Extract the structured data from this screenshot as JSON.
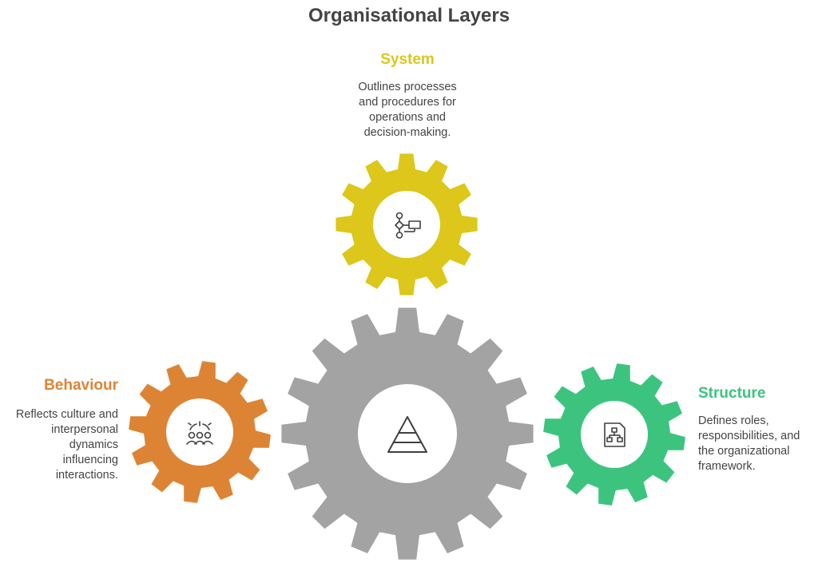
{
  "title": "Organisational Layers",
  "colors": {
    "system": "#dcc71a",
    "behaviour": "#dd8434",
    "structure": "#3cc47f",
    "core": "#a3a3a3",
    "text": "#444444",
    "icon_stroke": "#3f3f3f"
  },
  "layers": {
    "system": {
      "heading": "System",
      "description_lines": [
        "Outlines processes",
        "and procedures for",
        "operations and",
        "decision-making."
      ],
      "icon": "flowchart-icon"
    },
    "behaviour": {
      "heading": "Behaviour",
      "description_lines": [
        "Reflects culture and",
        "interpersonal",
        "dynamics",
        "influencing",
        "interactions."
      ],
      "icon": "people-interaction-icon"
    },
    "structure": {
      "heading": "Structure",
      "description_lines": [
        "Defines roles,",
        "responsibilities, and",
        "the organizational",
        "framework."
      ],
      "icon": "org-chart-document-icon"
    },
    "core": {
      "icon": "pyramid-icon"
    }
  }
}
